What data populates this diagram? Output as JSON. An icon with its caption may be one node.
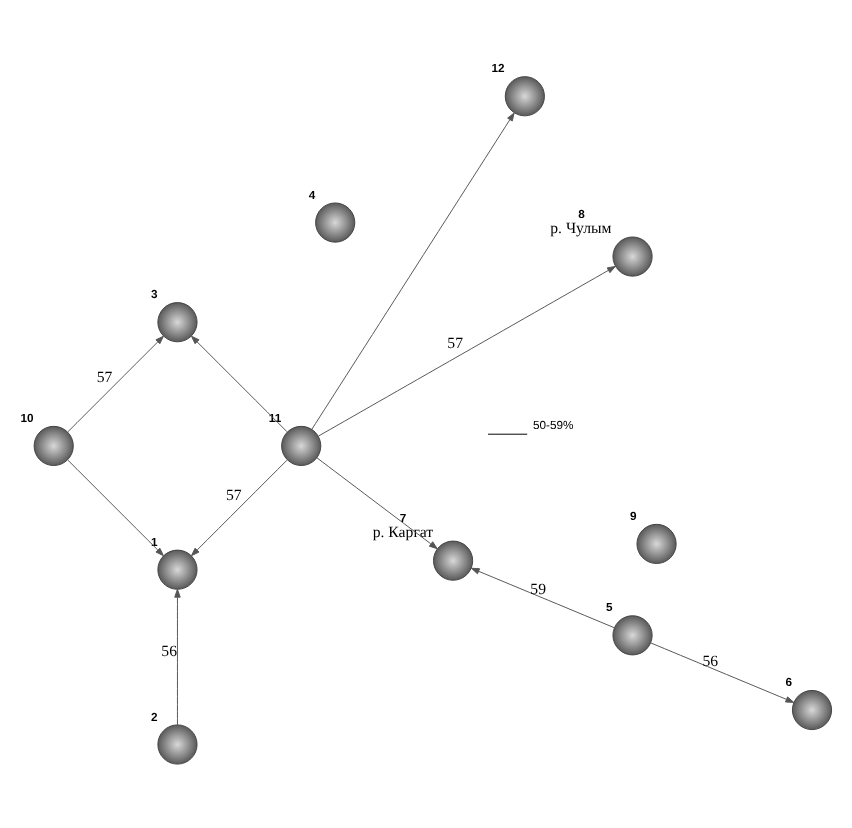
{
  "diagram": {
    "nodes": [
      {
        "text": [],
        "shape": "circle",
        "beside": [
          "1"
        ]
      },
      {
        "text": [],
        "shape": "circle",
        "beside": [
          "2"
        ]
      },
      {
        "text": [],
        "shape": "circle",
        "beside": [
          "3"
        ]
      },
      {
        "text": [],
        "shape": "circle",
        "beside": [
          "4"
        ]
      },
      {
        "text": [],
        "shape": "circle",
        "beside": [
          "5"
        ]
      },
      {
        "text": [],
        "shape": "circle",
        "beside": [
          "6"
        ]
      },
      {
        "text": [],
        "shape": "circle",
        "beside": [
          "7",
          "р. Каргат"
        ]
      },
      {
        "text": [],
        "shape": "circle",
        "beside": [
          "8",
          "р. Чулым"
        ]
      },
      {
        "text": [],
        "shape": "circle",
        "beside": [
          "9"
        ]
      },
      {
        "text": [],
        "shape": "circle",
        "beside": [
          "10"
        ]
      },
      {
        "text": [],
        "shape": "circle",
        "beside": [
          "11"
        ]
      },
      {
        "text": [],
        "shape": "circle",
        "beside": [
          "12"
        ]
      }
    ],
    "edges": [
      {
        "from": 1,
        "to": 0,
        "arrow": "to",
        "label": "56"
      },
      {
        "from": 10,
        "to": 0,
        "arrow": "to",
        "label": "57"
      },
      {
        "from": 9,
        "to": 0,
        "arrow": "to"
      },
      {
        "from": 10,
        "to": 2,
        "arrow": "to"
      },
      {
        "from": 9,
        "to": 2,
        "arrow": "to",
        "label": "57"
      },
      {
        "from": 10,
        "to": 11,
        "arrow": "to"
      },
      {
        "from": 10,
        "to": 6,
        "arrow": "to"
      },
      {
        "from": 10,
        "to": 7,
        "arrow": "to",
        "label": "57"
      },
      {
        "from": 4,
        "to": 5,
        "arrow": "to",
        "label": "56"
      },
      {
        "from": 4,
        "to": 6,
        "arrow": "to",
        "label": "59"
      }
    ],
    "legend": [
      {
        "text": "50-59%"
      }
    ]
  }
}
